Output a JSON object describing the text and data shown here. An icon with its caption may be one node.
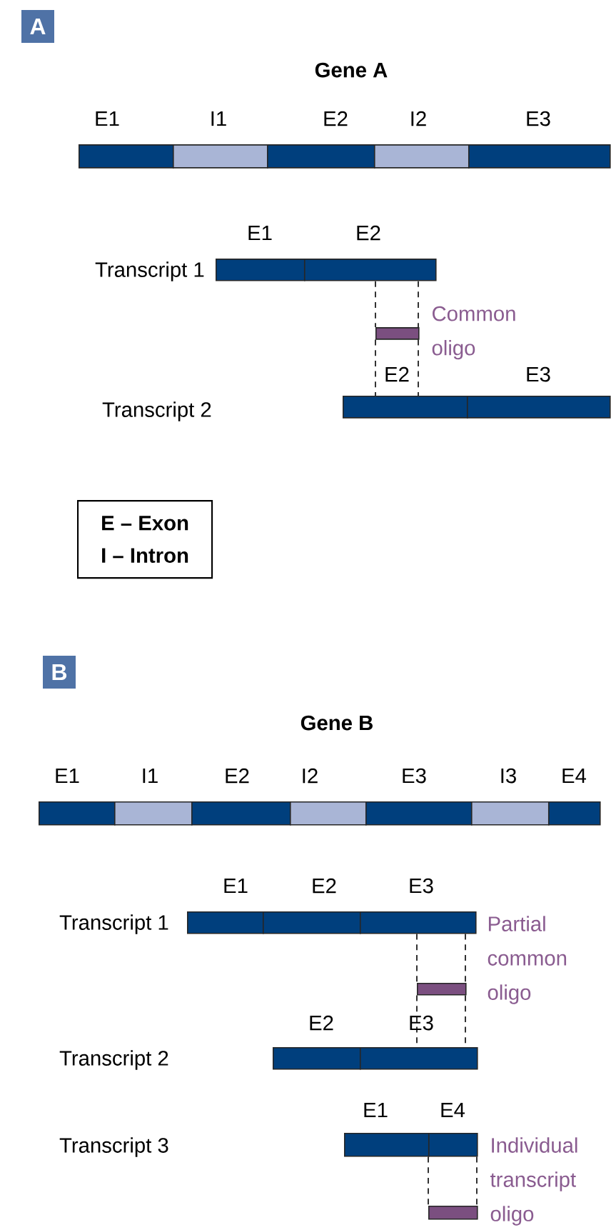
{
  "diagram": {
    "nodes": [
      {
        "text": [
          "E1"
        ]
      },
      {
        "text": [
          "I1"
        ]
      },
      {
        "text": [
          "E2"
        ]
      },
      {
        "text": [
          "I2"
        ]
      },
      {
        "text": [
          "E3"
        ]
      },
      {
        "text": [
          "E1"
        ]
      },
      {
        "text": [
          "E2"
        ]
      },
      {
        "text": [
          "Common oligo"
        ]
      },
      {
        "text": [
          "E2"
        ]
      },
      {
        "text": [
          "E3"
        ]
      },
      {
        "text": [
          "E – Exon",
          "I – Intron"
        ]
      },
      {
        "text": [
          "E1"
        ]
      },
      {
        "text": [
          "I1"
        ]
      },
      {
        "text": [
          "E2"
        ]
      },
      {
        "text": [
          "I2"
        ]
      },
      {
        "text": [
          "E3"
        ]
      },
      {
        "text": [
          "I3"
        ]
      },
      {
        "text": [
          "E4"
        ]
      },
      {
        "text": [
          "E1"
        ]
      },
      {
        "text": [
          "E2"
        ]
      },
      {
        "text": [
          "E3"
        ]
      },
      {
        "text": [
          "Partial common oligo"
        ]
      },
      {
        "text": [
          "E2"
        ]
      },
      {
        "text": [
          "E3"
        ]
      },
      {
        "text": [
          "E1"
        ]
      },
      {
        "text": [
          "E4"
        ]
      },
      {
        "text": [
          "Individual transcript oligo"
        ]
      }
    ],
    "edges": [
      {
        "from": 6,
        "to": 7,
        "arrow": "none",
        "style": "dashed"
      },
      {
        "from": 6,
        "to": 7,
        "arrow": "none",
        "style": "dashed"
      },
      {
        "from": 7,
        "to": 8,
        "arrow": "none",
        "style": "dashed"
      },
      {
        "from": 7,
        "to": 8,
        "arrow": "none",
        "style": "dashed"
      },
      {
        "from": 20,
        "to": 21,
        "arrow": "none",
        "style": "dashed"
      },
      {
        "from": 20,
        "to": 21,
        "arrow": "none",
        "style": "dashed"
      },
      {
        "from": 21,
        "to": 23,
        "arrow": "none",
        "style": "dashed"
      },
      {
        "from": 21,
        "to": 23,
        "arrow": "none",
        "style": "dashed"
      },
      {
        "from": 25,
        "to": 26,
        "arrow": "none",
        "style": "dashed"
      },
      {
        "from": 25,
        "to": 26,
        "arrow": "none",
        "style": "dashed"
      }
    ],
    "labels": [
      "A",
      "Gene A",
      "Transcript 1",
      "Transcript 2",
      "B",
      "Gene B",
      "Transcript 1",
      "Transcript 2",
      "Transcript 3"
    ]
  }
}
